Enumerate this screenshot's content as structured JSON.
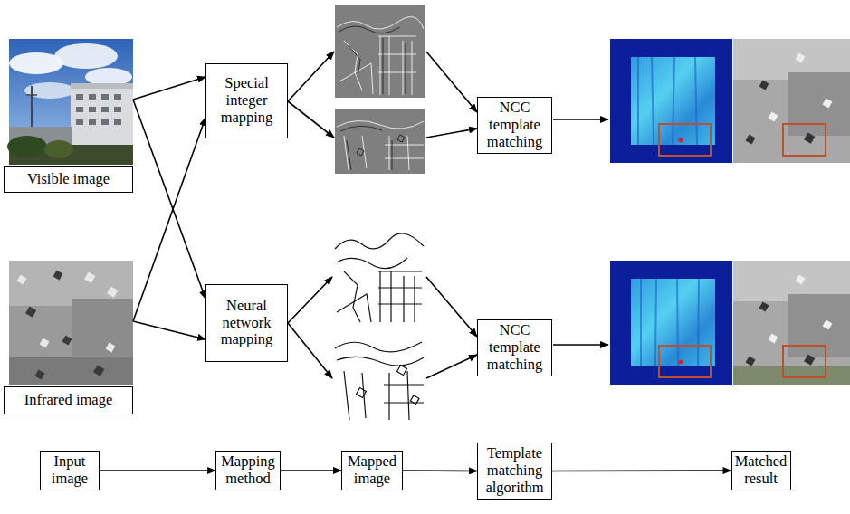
{
  "diagram": {
    "nodes": [
      {
        "text": [
          "Visible image"
        ]
      },
      {
        "text": [
          "Infrared image"
        ]
      },
      {
        "text": [
          "Special integer mapping"
        ]
      },
      {
        "text": [
          "Neural network mapping"
        ]
      },
      {
        "text": [
          "NCC template matching"
        ]
      },
      {
        "text": [
          "NCC template matching"
        ]
      },
      {
        "text": [
          "Input image"
        ]
      },
      {
        "text": [
          "Mapping method"
        ]
      },
      {
        "text": [
          "Mapped image"
        ]
      },
      {
        "text": [
          "Template matching algorithm"
        ]
      },
      {
        "text": [
          "Matched result"
        ]
      }
    ],
    "edges": [
      {
        "from": 0,
        "to": 2,
        "arrow": "to"
      },
      {
        "from": 0,
        "to": 3,
        "arrow": "to"
      },
      {
        "from": 1,
        "to": 2,
        "arrow": "to"
      },
      {
        "from": 1,
        "to": 3,
        "arrow": "to"
      },
      {
        "from": 2,
        "to": 4,
        "arrow": "to"
      },
      {
        "from": 3,
        "to": 5,
        "arrow": "to"
      },
      {
        "from": 6,
        "to": 7,
        "arrow": "to"
      },
      {
        "from": 7,
        "to": 8,
        "arrow": "to"
      },
      {
        "from": 8,
        "to": 9,
        "arrow": "to"
      },
      {
        "from": 9,
        "to": 10,
        "arrow": "to"
      }
    ]
  }
}
